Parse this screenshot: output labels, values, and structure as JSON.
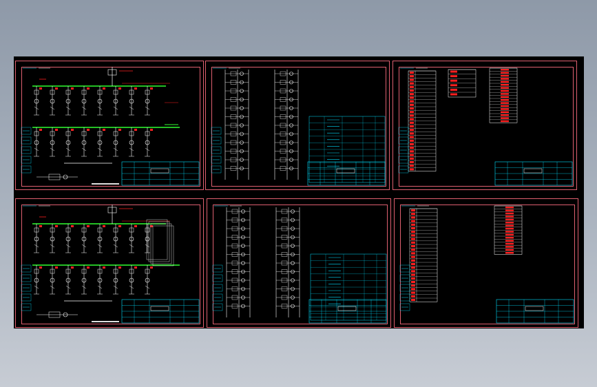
{
  "colors": {
    "frame": "#e06070",
    "bus": "#30ff30",
    "accent": "#ff2020",
    "table": "#00e0ff",
    "line": "#ffffff",
    "background": "#000000"
  },
  "sheets": [
    {
      "kind": "single-line"
    },
    {
      "kind": "control-circuit"
    },
    {
      "kind": "schedule"
    },
    {
      "kind": "single-line"
    },
    {
      "kind": "control-circuit"
    },
    {
      "kind": "schedule"
    }
  ]
}
